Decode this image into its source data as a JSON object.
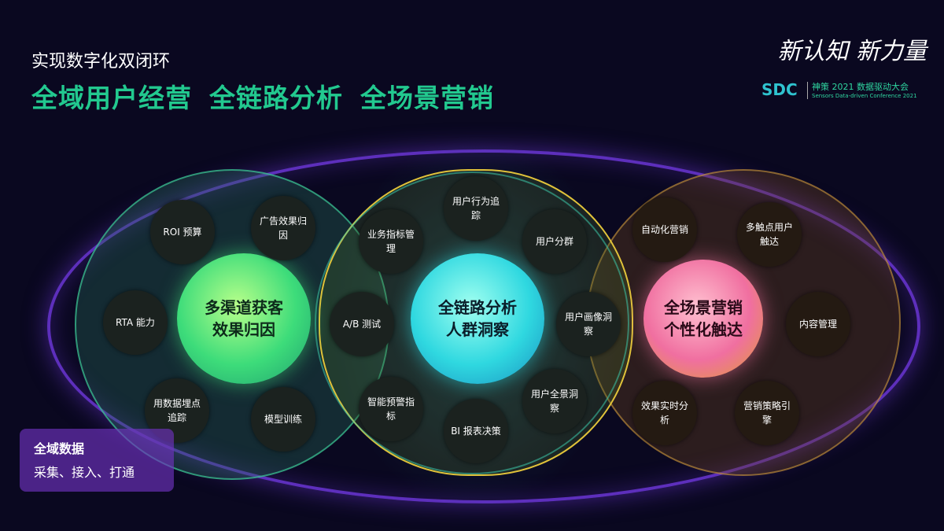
{
  "header": {
    "subtitle": "实现数字化双闭环",
    "title_parts": [
      "全域用户经营",
      "全链路分析",
      "全场景营销"
    ]
  },
  "logo": {
    "slogan": "新认知 新力量",
    "mark": "SDC",
    "conference": "神策 2021 数据驱动大会",
    "conference_en": "Sensors Data-driven Conference 2021"
  },
  "hubs": [
    {
      "line1": "多渠道获客",
      "line2": "效果归因",
      "color": "#3ddc7a"
    },
    {
      "line1": "全链路分析",
      "line2": "人群洞察",
      "color": "#2fd8e0"
    },
    {
      "line1": "全场景营销",
      "line2": "个性化触达",
      "color": "#f06fa0"
    }
  ],
  "nodes": [
    "ROI 预算",
    "广告效果归因",
    "RTA 能力",
    "用数据埋点追踪",
    "模型训练",
    "用户行为追踪",
    "业务指标管理",
    "用户分群",
    "A/B 测试",
    "用户画像洞察",
    "智能预警指标",
    "用户全景洞察",
    "BI 报表决策",
    "自动化营销",
    "多触点用户触达",
    "内容管理",
    "效果实时分析",
    "营销策略引擎"
  ],
  "data_box": {
    "title": "全域数据",
    "desc": "采集、接入、打通"
  },
  "colors": {
    "title_green": "#22c98f",
    "outer_loop": "#7a3cf0",
    "center_ring": "#e0c23a",
    "left_ring": "#2fbf8f"
  }
}
